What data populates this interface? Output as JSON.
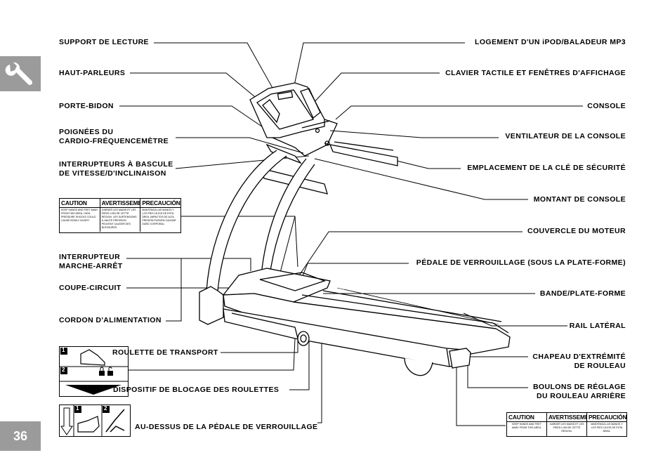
{
  "page": {
    "number": "36",
    "tool_icon": "wrench-icon"
  },
  "labels_left": {
    "reading_rack": "SUPPORT DE LECTURE",
    "speakers": "HAUT-PARLEURS",
    "water_bottle": "PORTE-BIDON",
    "hr_grips_1": "POIGNÉES DU",
    "hr_grips_2": "CARDIO-FRÉQUENCEMÈTRE",
    "rocker_1": "INTERRUPTEURS À BASCULE",
    "rocker_2": "DE VITESSE/D'INCLINAISON",
    "power_switch_1": "INTERRUPTEUR",
    "power_switch_2": "MARCHE-ARRÊT",
    "breaker": "COUPE-CIRCUIT",
    "power_cord": "CORDON D'ALIMENTATION",
    "transport_wheel": "ROULETTE DE TRANSPORT",
    "wheel_lock": "DISPOSITIF DE BLOCAGE DES ROULETTES",
    "above_lock_pedal": "AU-DESSUS DE LA PÉDALE DE VERROUILLAGE"
  },
  "labels_right": {
    "ipod_dock": "LOGEMENT D'UN iPOD/BALADEUR MP3",
    "keypad": "CLAVIER TACTILE ET FENÊTRES D'AFFICHAGE",
    "console": "CONSOLE",
    "console_fan": "VENTILATEUR DE LA CONSOLE",
    "safety_key": "EMPLACEMENT DE LA CLÉ DE SÉCURITÉ",
    "console_mast": "MONTANT DE CONSOLE",
    "motor_cover": "COUVERCLE DU MOTEUR",
    "lock_pedal": "PÉDALE DE VERROUILLAGE (SOUS LA PLATE-FORME)",
    "belt_deck": "BANDE/PLATE-FORME",
    "side_rail": "RAIL LATÉRAL",
    "end_cap_1": "CHAPEAU D'EXTRÉMITÉ",
    "end_cap_2": "DE ROULEAU",
    "bolts_1": "BOULONS DE RÉGLAGE",
    "bolts_2": "DU ROULEAU ARRIÈRE"
  },
  "warning_label_1": {
    "heads": [
      "CAUTION",
      "AVERTISSEMENT",
      "PRECAUCIÓN"
    ],
    "texts": [
      "KEEP HANDS AND FEET AWAY FROM THIS AREA. HIGH-PRESSURE SHOCKS COULD CAUSE BODILY INJURY.",
      "GARDER LES MAINS ET LES PIEDS LOIN DE CETTE RÉGION. LES SURTENSIONS À HAUTE PRESSION PEUVENT CAUSER DES BLESSURES.",
      "MANTENGA LAS MANOS Y LOS PIES LEJOS DE ESTA ÁREA. IMPACTOS DE ALTA PRESIÓN PUEDEN CAUSAR DAÑO CORPORAL."
    ]
  },
  "warning_label_2": {
    "heads": [
      "CAUTION",
      "AVERTISSEMENT",
      "PRECAUCIÓN"
    ],
    "texts": [
      "KEEP HANDS AND FEET AWAY FROM THIS AREA.",
      "GARDER LES MAINS ET LES PIEDS LOIN DE CETTE RÉGION.",
      "MANTENGA LAS MANOS Y LOS PIES LEJOS DE ESTA ÁREA."
    ]
  },
  "step_box_1": {
    "steps": [
      "1",
      "2"
    ]
  },
  "step_box_2": {
    "steps": [
      "1",
      "2"
    ]
  }
}
